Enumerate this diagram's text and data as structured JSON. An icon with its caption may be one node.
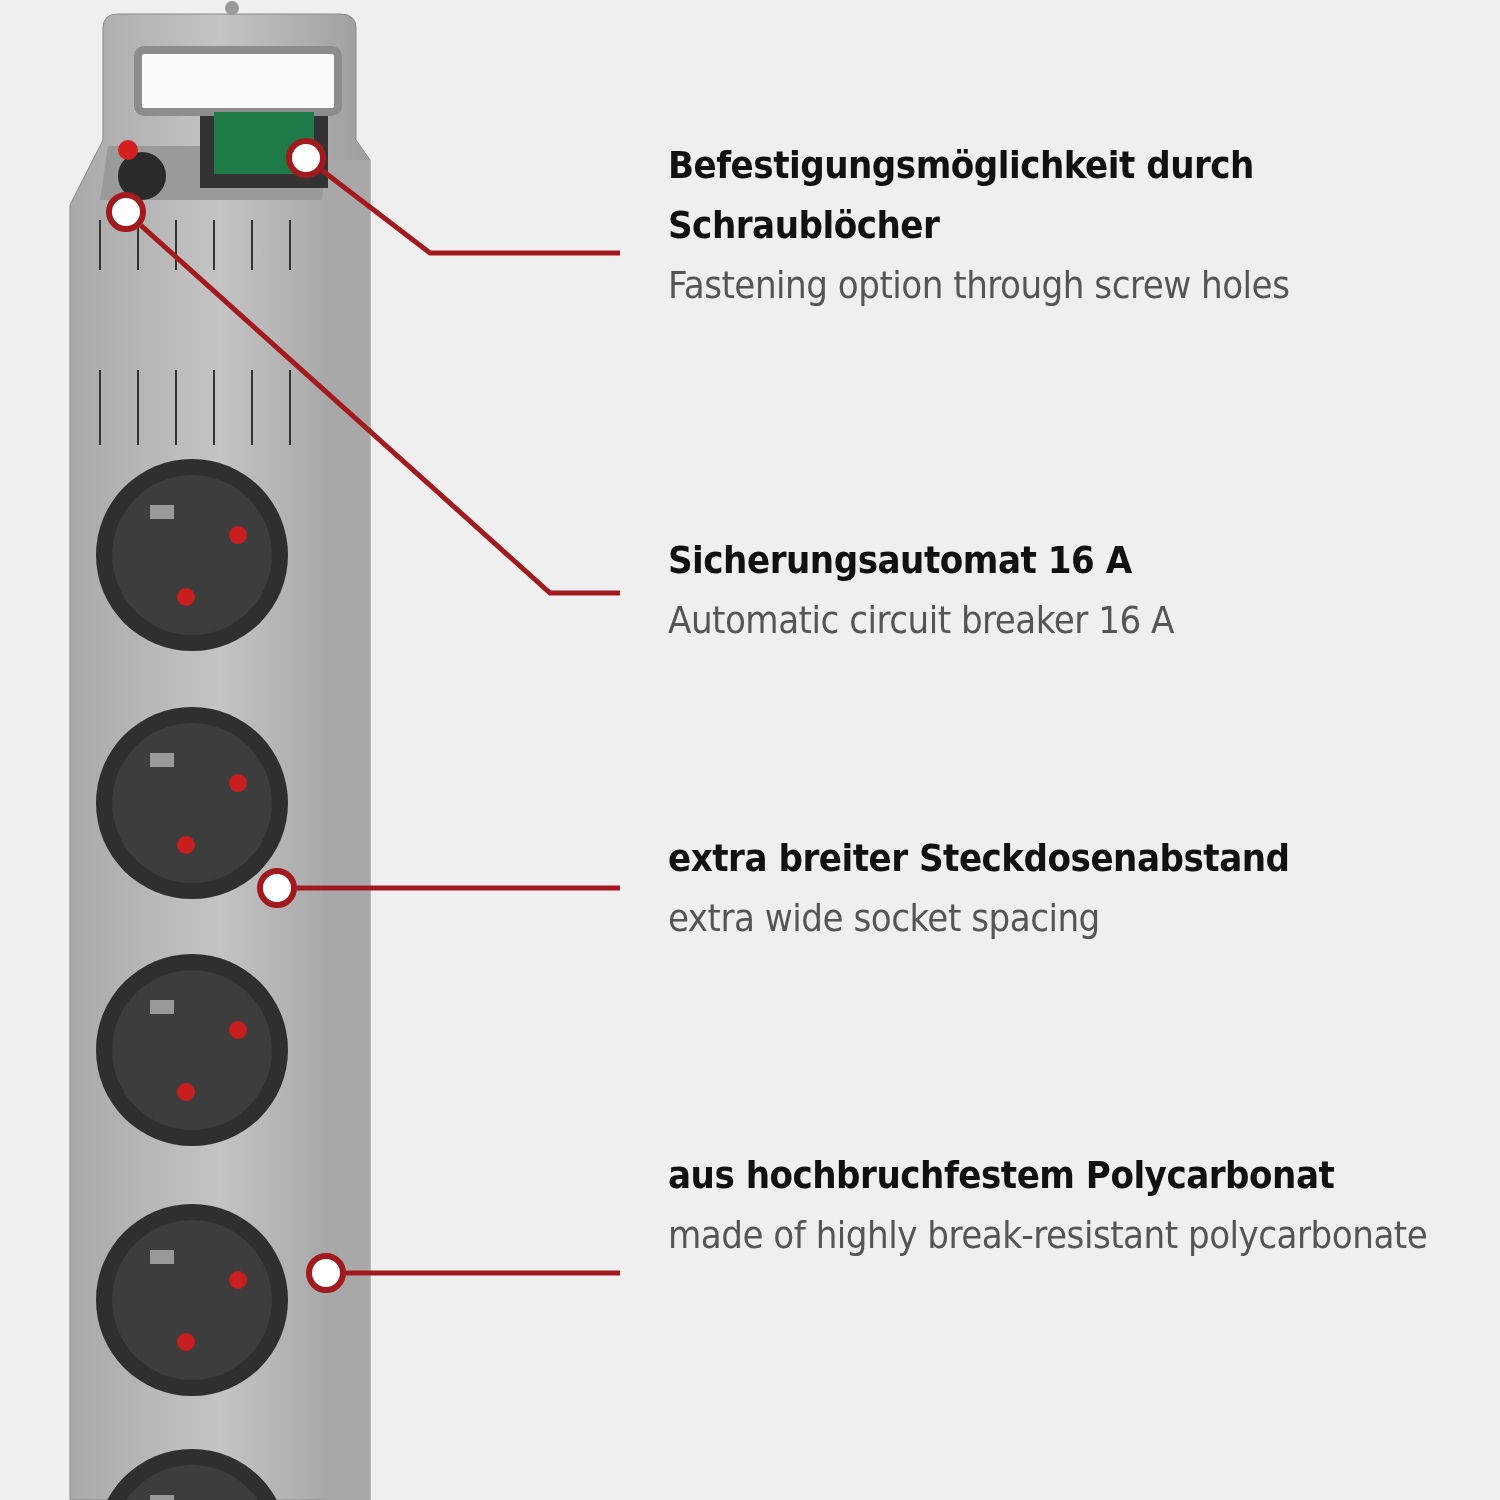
{
  "diagram": {
    "nodes": [
      {
        "text": [
          "Befestigungsmöglichkeit durch Schraublöcher",
          "Fastening option through screw holes"
        ]
      },
      {
        "text": [
          "Sicherungsautomat 16 A",
          "Automatic circuit breaker 16 A"
        ]
      },
      {
        "text": [
          "extra breiter Steckdosenabstand",
          "extra wide socket spacing"
        ]
      },
      {
        "text": [
          "aus hochbruchfestem Polycarbonat",
          "made of highly break-resistant polycarbonate"
        ]
      },
      {
        "text": [],
        "shape": "circle"
      },
      {
        "text": [],
        "shape": "circle"
      },
      {
        "text": [],
        "shape": "circle"
      },
      {
        "text": [],
        "shape": "circle"
      }
    ],
    "edges": [
      {
        "from": 0,
        "to": 5,
        "arrow": "none"
      },
      {
        "from": 1,
        "to": 4,
        "arrow": "none"
      },
      {
        "from": 2,
        "to": 6,
        "arrow": "none"
      },
      {
        "from": 3,
        "to": 7,
        "arrow": "none"
      }
    ]
  }
}
